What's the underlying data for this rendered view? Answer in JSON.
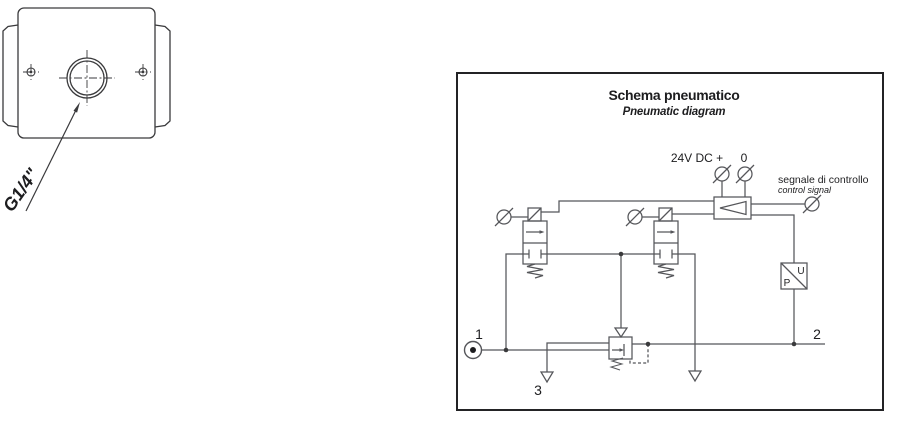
{
  "figure": {
    "thread_label": "G1/4\""
  },
  "schematic": {
    "title": "Schema pneumatico",
    "subtitle": "Pneumatic diagram",
    "power_label": "24V DC +",
    "zero_label": "0",
    "control_label_it": "segnale di controllo",
    "control_label_en": "control signal",
    "port_1": "1",
    "port_2": "2",
    "port_3": "3",
    "transducer_top": "U",
    "transducer_bottom": "P"
  },
  "colors": {
    "line": "#55565a",
    "border": "#232325",
    "ink": "#1d1d1f",
    "background": "#ffffff"
  }
}
